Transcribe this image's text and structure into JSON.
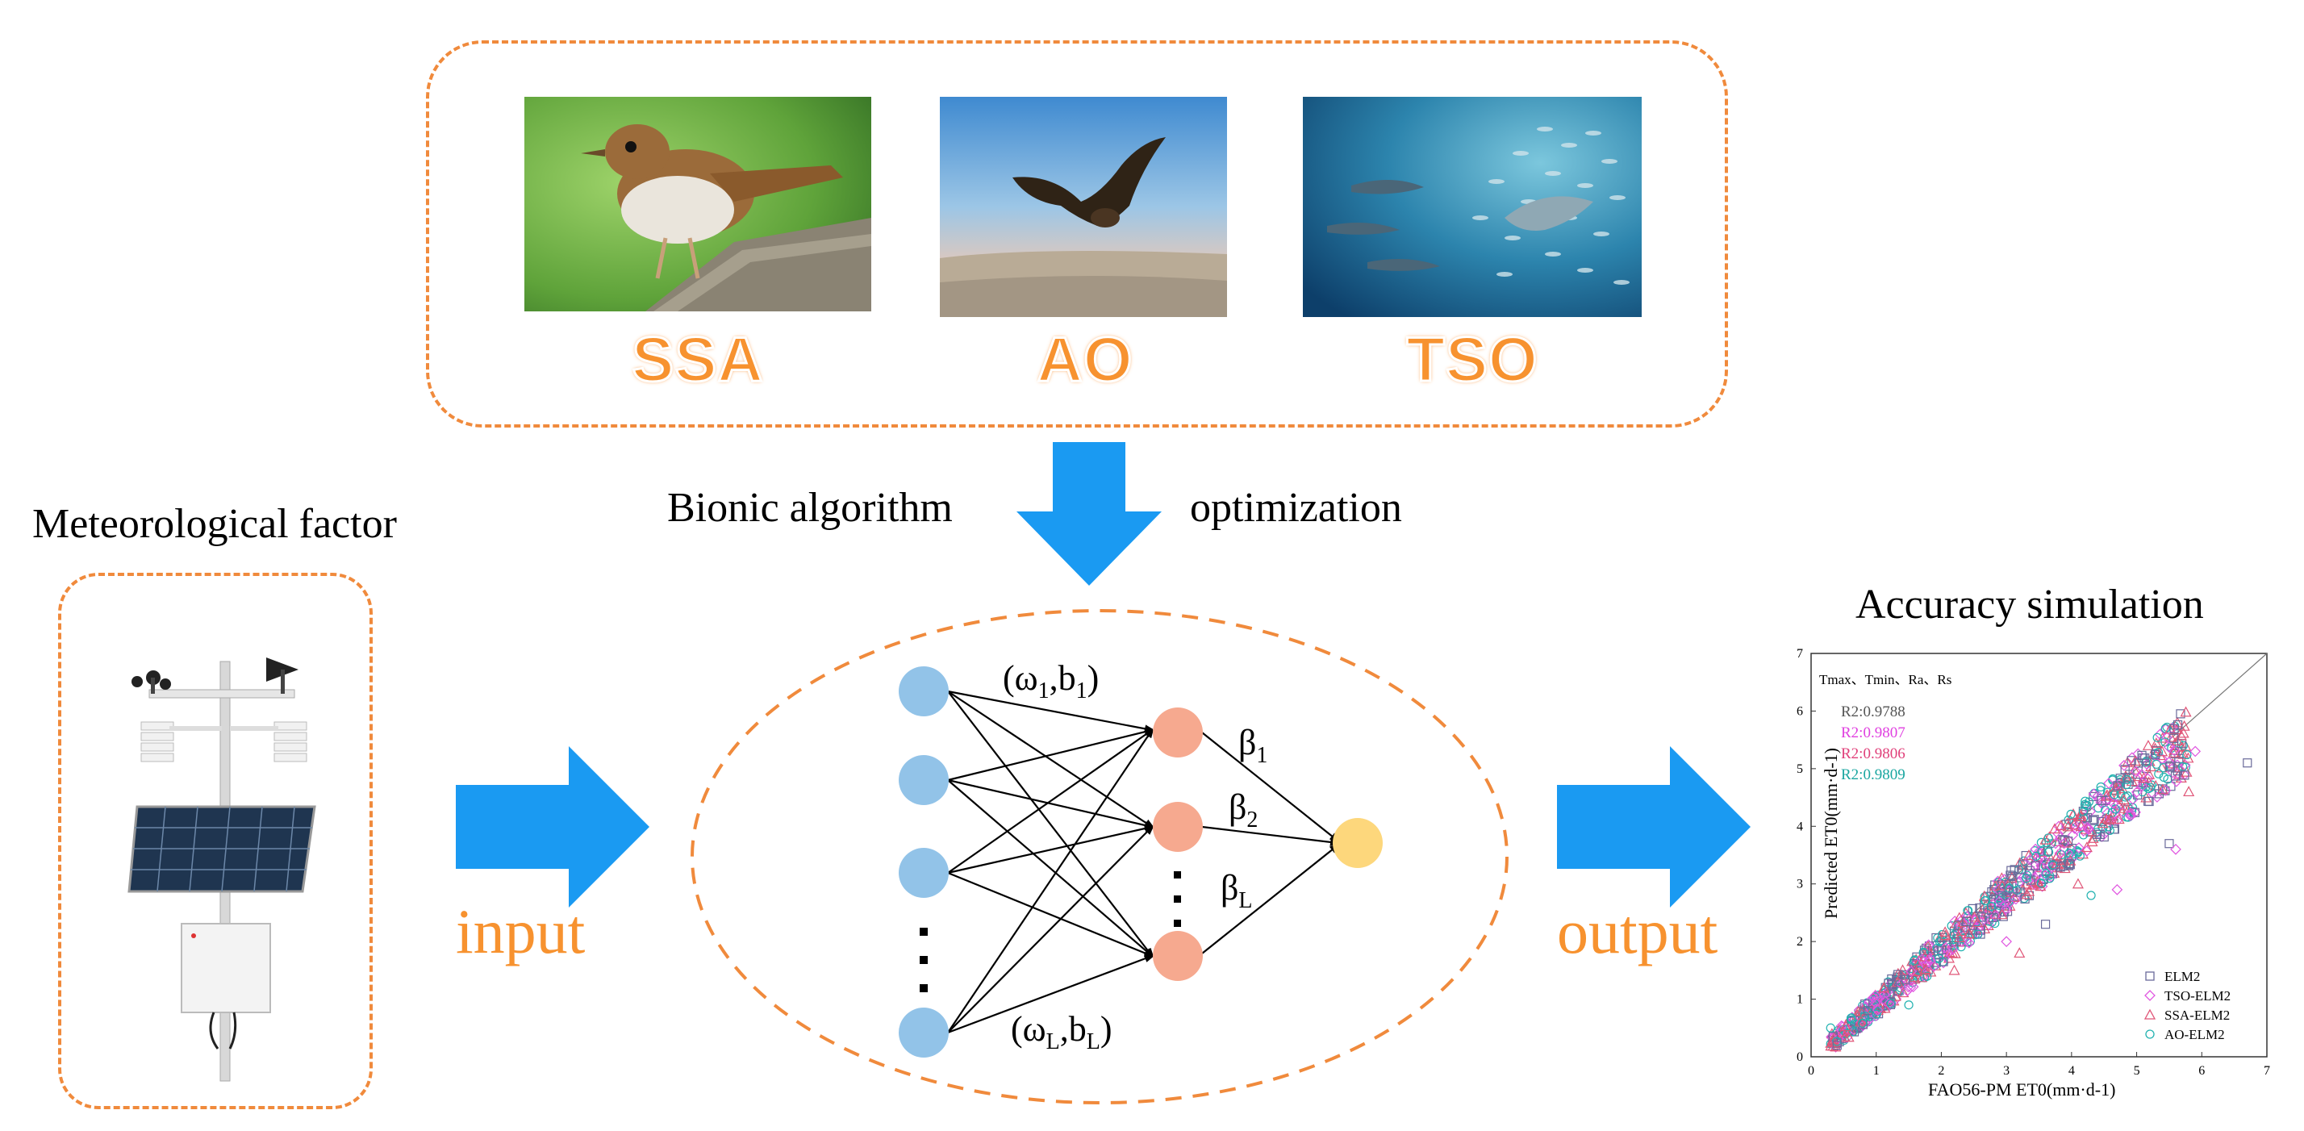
{
  "algorithms": [
    {
      "label": "SSA",
      "image": "thrush-bird-photo"
    },
    {
      "label": "AO",
      "image": "eagle-flying-photo"
    },
    {
      "label": "TSO",
      "image": "tuna-school-photo"
    }
  ],
  "bionic_label_left": "Bionic algorithm",
  "bionic_label_right": "optimization",
  "meteorological_title": "Meteorological factor",
  "input_label": "input",
  "output_label": "output",
  "accuracy_title": "Accuracy simulation",
  "network": {
    "w1": "(ω",
    "w1_sub": "1",
    "b1": ",b",
    "b1_sub": "1",
    "wL": "(ω",
    "wL_sub": "L",
    "bL": ",b",
    "bL_sub": "L",
    "beta1": "β",
    "beta1_sub": "1",
    "beta2": "β",
    "beta2_sub": "2",
    "betaL": "β",
    "betaL_sub": "L"
  },
  "colors": {
    "dashed_border": "#f08a3c",
    "arrow": "#1a9af2",
    "orange_text": "#f7922f",
    "input_node": "#92c3e8",
    "hidden_node": "#f6a98f",
    "output_node": "#fdd77c"
  },
  "chart_data": {
    "type": "scatter",
    "xlabel": "FAO56-PM ET0(mm·d-1)",
    "ylabel": "Predicted ET0(mm·d-1)",
    "xlim": [
      0,
      7
    ],
    "ylim": [
      0,
      7
    ],
    "xticks": [
      "0",
      "1",
      "2",
      "3",
      "4",
      "5",
      "6",
      "7"
    ],
    "yticks": [
      "0",
      "1",
      "2",
      "3",
      "4",
      "5",
      "6",
      "7"
    ],
    "inputs_label": "Tmax、Tmin、Ra、Rs",
    "r2": [
      {
        "text": "R2:0.9788",
        "color": "#555555"
      },
      {
        "text": "R2:0.9807",
        "color": "#e040e0"
      },
      {
        "text": "R2:0.9806",
        "color": "#e0407a"
      },
      {
        "text": "R2:0.9809",
        "color": "#1aa6a0"
      }
    ],
    "legend_position": "bottom-right",
    "series": [
      {
        "name": "ELM2",
        "marker": "square",
        "color": "#6a6a9a"
      },
      {
        "name": "TSO-ELM2",
        "marker": "diamond",
        "color": "#e055e0"
      },
      {
        "name": "SSA-ELM2",
        "marker": "triangle",
        "color": "#e05577"
      },
      {
        "name": "AO-ELM2",
        "marker": "circle",
        "color": "#22b2b0"
      }
    ],
    "one_to_one_line": true
  }
}
